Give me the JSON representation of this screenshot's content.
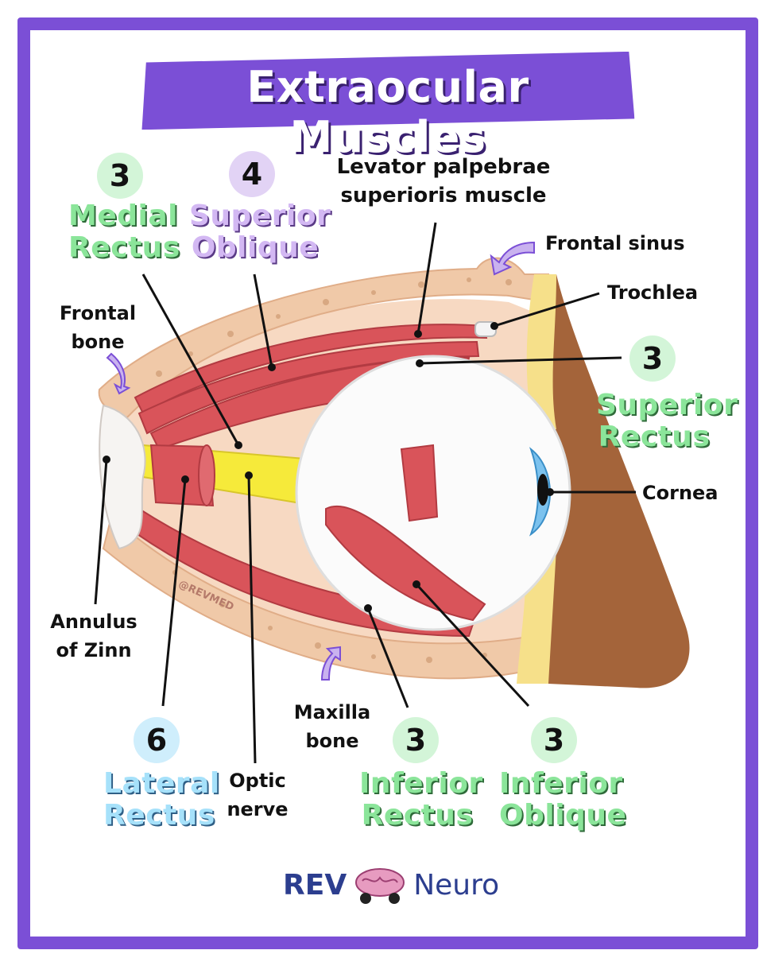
{
  "title": "Extraocular Muscles",
  "colors": {
    "frame": "#7b4fd6",
    "green_badge": "#d3f5d8",
    "green_text": "#8be59a",
    "purple_badge": "#e2d3f5",
    "purple_text": "#d3b8f3",
    "blue_badge": "#cfeefc",
    "blue_text": "#a6e1fa",
    "muscle": "#d9545a",
    "bone": "#f0c9a8",
    "nerve": "#f6ea3a",
    "skin": "#a4643a"
  },
  "nerve_labels": [
    {
      "id": "medial-rectus",
      "number": "3",
      "line1": "Medial",
      "line2": "Rectus",
      "theme": "green"
    },
    {
      "id": "superior-oblique",
      "number": "4",
      "line1": "Superior",
      "line2": "Oblique",
      "theme": "purple"
    },
    {
      "id": "superior-rectus",
      "number": "3",
      "line1": "Superior",
      "line2": "Rectus",
      "theme": "green"
    },
    {
      "id": "lateral-rectus",
      "number": "6",
      "line1": "Lateral",
      "line2": "Rectus",
      "theme": "blue"
    },
    {
      "id": "inferior-rectus",
      "number": "3",
      "line1": "Inferior",
      "line2": "Rectus",
      "theme": "green"
    },
    {
      "id": "inferior-oblique",
      "number": "3",
      "line1": "Inferior",
      "line2": "Oblique",
      "theme": "green"
    }
  ],
  "labels": {
    "levator_1": "Levator palpebrae",
    "levator_2": "superioris muscle",
    "frontal_sinus": "Frontal sinus",
    "trochlea": "Trochlea",
    "frontal_bone_1": "Frontal",
    "frontal_bone_2": "bone",
    "cornea": "Cornea",
    "annulus_1": "Annulus",
    "annulus_2": "of Zinn",
    "optic_1": "Optic",
    "optic_2": "nerve",
    "maxilla_1": "Maxilla",
    "maxilla_2": "bone"
  },
  "watermark": "@REVMED",
  "logo": {
    "rev": "REV",
    "neuro": "Neuro"
  }
}
